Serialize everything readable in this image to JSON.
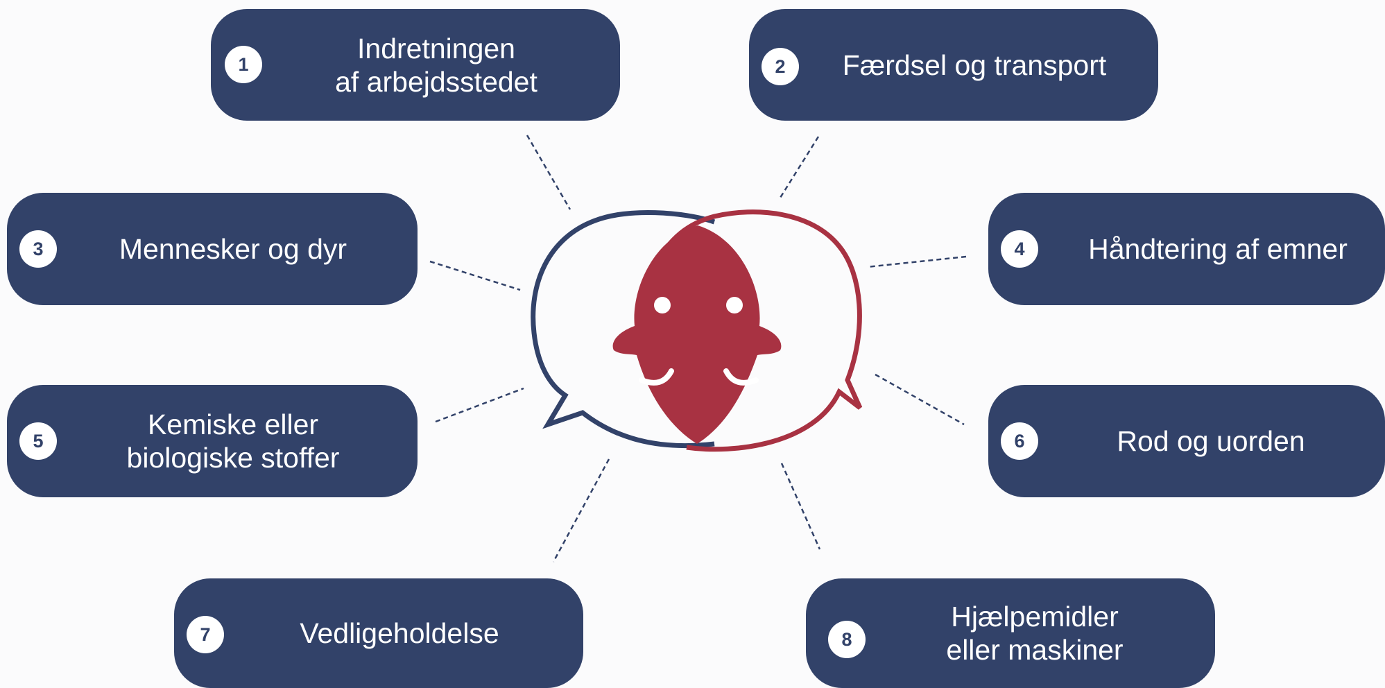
{
  "colors": {
    "box": "#324269",
    "navy_outline": "#324269",
    "red": "#a83242",
    "background": "#fbfbfc"
  },
  "center_icon": "two-faces-speech-bubbles-icon",
  "items": [
    {
      "num": "1",
      "lines": [
        "Indretningen",
        "af arbejdsstedet"
      ]
    },
    {
      "num": "2",
      "lines": [
        "Færdsel og transport"
      ]
    },
    {
      "num": "3",
      "lines": [
        "Mennesker og dyr"
      ]
    },
    {
      "num": "4",
      "lines": [
        "Håndtering af emner"
      ]
    },
    {
      "num": "5",
      "lines": [
        "Kemiske eller",
        "biologiske stoffer"
      ]
    },
    {
      "num": "6",
      "lines": [
        "Rod og uorden"
      ]
    },
    {
      "num": "7",
      "lines": [
        "Vedligeholdelse"
      ]
    },
    {
      "num": "8",
      "lines": [
        "Hjælpemidler",
        "eller maskiner"
      ]
    }
  ]
}
